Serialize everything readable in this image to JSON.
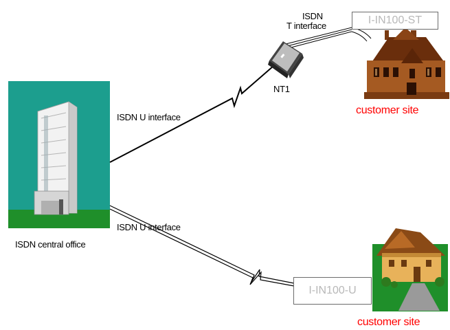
{
  "office": {
    "label": "ISDN central office"
  },
  "nt1": {
    "label": "NT1"
  },
  "links": {
    "upper_u_label": "ISDN U interface",
    "lower_u_label": "ISDN U interface",
    "t_label_line1": "ISDN",
    "t_label_line2": "T interface"
  },
  "devices": {
    "st_box": "I-IN100-ST",
    "u_box": "I-IN100-U"
  },
  "sites": {
    "upper": "customer site",
    "lower": "customer site"
  },
  "colors": {
    "site_label": "#ff0000",
    "office_bg": "#1c9e8e",
    "grass": "#1f8f2a"
  }
}
